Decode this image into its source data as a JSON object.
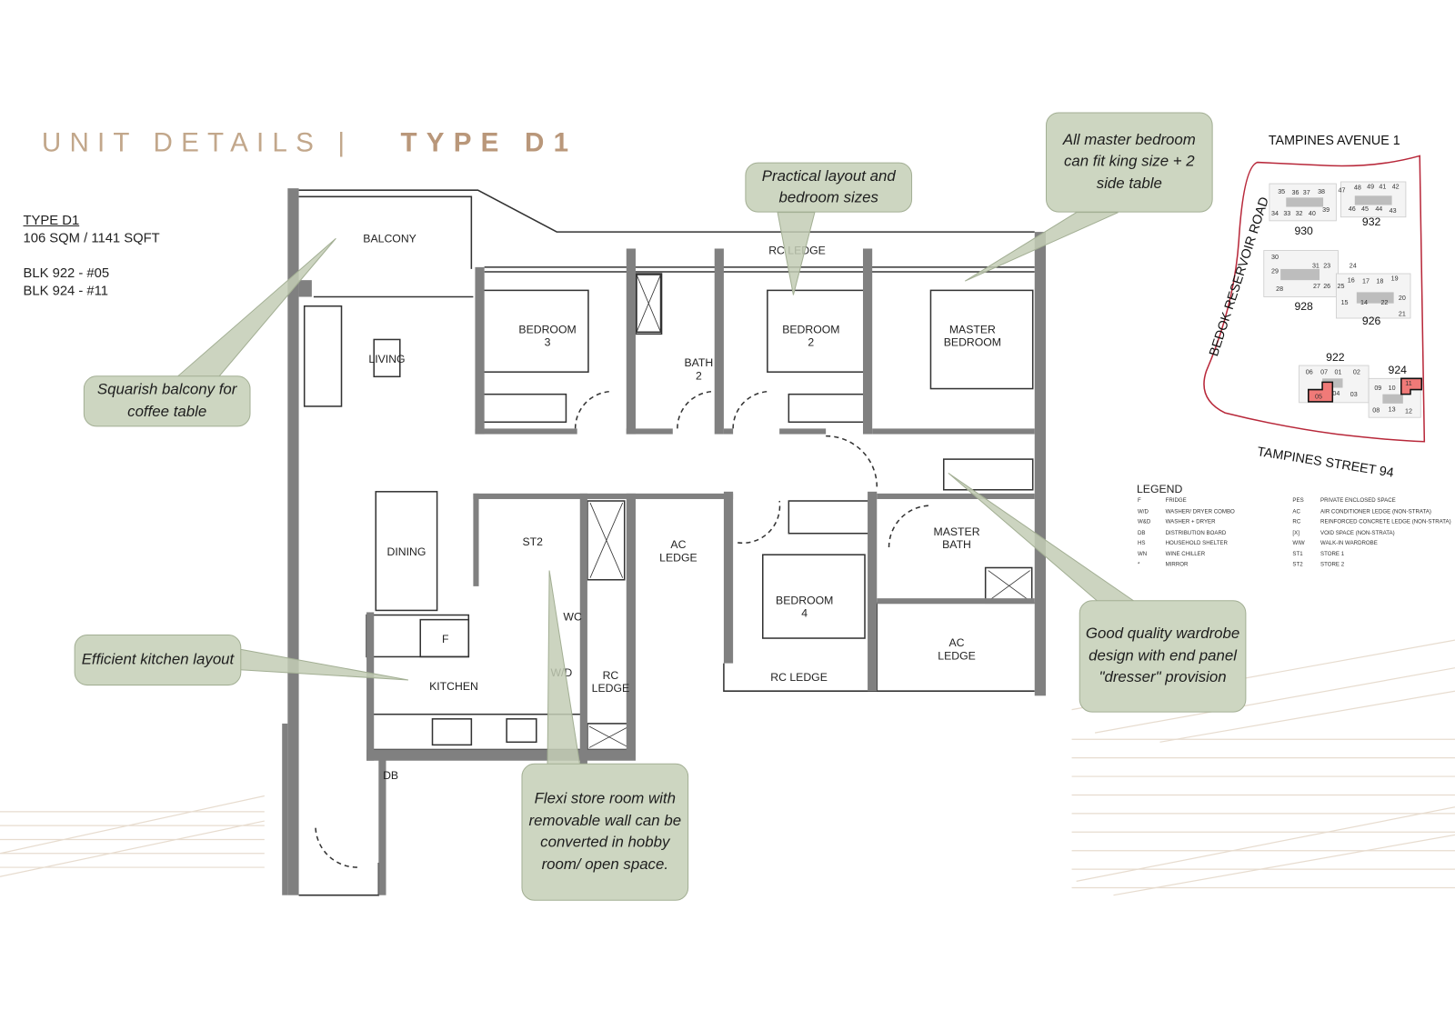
{
  "header": {
    "title_light": "UNIT DETAILS |",
    "title_bold": "TYPE D1"
  },
  "unit_info": {
    "type": "TYPE D1",
    "area": "106 SQM / 1141 SQFT",
    "units": [
      "BLK 922 - #05",
      "BLK 924 - #11"
    ]
  },
  "rooms": {
    "balcony": "BALCONY",
    "living": "LIVING",
    "bedroom3": "BEDROOM\n3",
    "bath2": "BATH\n2",
    "rc_ledge_top": "RC LEDGE",
    "bedroom2": "BEDROOM\n2",
    "master_bedroom": "MASTER\nBEDROOM",
    "dining": "DINING",
    "st2": "ST2",
    "ac_ledge_1": "AC\nLEDGE",
    "master_bath": "MASTER\nBATH",
    "bedroom4": "BEDROOM\n4",
    "wc": "WC",
    "f": "F",
    "kitchen": "KITCHEN",
    "wd": "W/D",
    "rc_ledge_kitchen": "RC\nLEDGE",
    "rc_ledge_bottom": "RC LEDGE",
    "ac_ledge_2": "AC\nLEDGE",
    "db": "DB"
  },
  "callouts": [
    {
      "text": "Squarish balcony for coffee table"
    },
    {
      "text": "Practical layout and bedroom sizes"
    },
    {
      "text": "All master bedroom can fit king size + 2 side table"
    },
    {
      "text": "Efficient kitchen layout"
    },
    {
      "text": "Flexi store room with removable wall can be converted in hobby room/ open space."
    },
    {
      "text": "Good quality wardrobe design with end panel \"dresser\" provision"
    }
  ],
  "site_plan": {
    "roads": {
      "top": "TAMPINES AVENUE 1",
      "left": "BEDOK RESERVOIR ROAD",
      "bottom": "TAMPINES STREET 94"
    },
    "blocks": [
      "930",
      "932",
      "928",
      "926",
      "922",
      "924"
    ],
    "units": [
      "35",
      "36",
      "37",
      "38",
      "47",
      "48",
      "49",
      "41",
      "42",
      "34",
      "33",
      "32",
      "40",
      "39",
      "46",
      "45",
      "44",
      "43",
      "30",
      "29",
      "31",
      "23",
      "24",
      "28",
      "27",
      "26",
      "25",
      "16",
      "17",
      "18",
      "19",
      "15",
      "14",
      "22",
      "20",
      "21",
      "06",
      "07",
      "01",
      "02",
      "05",
      "04",
      "03",
      "09",
      "10",
      "11",
      "08",
      "13",
      "12"
    ],
    "highlighted_units": [
      "05",
      "11"
    ],
    "highlight_color": "#f07a78",
    "boundary_color": "#b8283a"
  },
  "legend": {
    "title": "LEGEND",
    "left": [
      [
        "F",
        "FRIDGE"
      ],
      [
        "W/D",
        "WASHER/ DRYER COMBO"
      ],
      [
        "W&D",
        "WASHER + DRYER"
      ],
      [
        "DB",
        "DISTRIBUTION BOARD"
      ],
      [
        "HS",
        "HOUSEHOLD SHELTER"
      ],
      [
        "WN",
        "WINE CHILLER"
      ],
      [
        "*",
        "MIRROR"
      ]
    ],
    "right": [
      [
        "PES",
        "PRIVATE ENCLOSED SPACE"
      ],
      [
        "AC",
        "AIR CONDITIONER LEDGE (NON-STRATA)"
      ],
      [
        "RC",
        "REINFORCED CONCRETE LEDGE (NON-STRATA)"
      ],
      [
        "[X]",
        "VOID SPACE (NON-STRATA)"
      ],
      [
        "WIW",
        "WALK-IN WARDROBE"
      ],
      [
        "ST1",
        "STORE 1"
      ],
      [
        "ST2",
        "STORE 2"
      ]
    ]
  },
  "colors": {
    "title": "#c2a78b",
    "callout_fill": "#cdd6c1",
    "wall": "#7a7a7a"
  }
}
